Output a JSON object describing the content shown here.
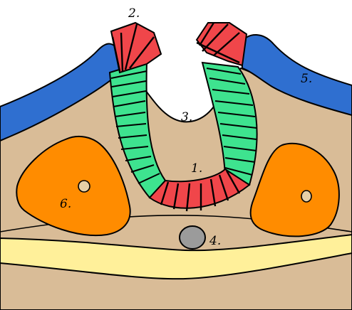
{
  "labels": {
    "l1": "1.",
    "l2": "2.",
    "l3": "3.",
    "l4": "4.",
    "l5": "5.",
    "l6": "6."
  },
  "colors": {
    "background": "#ffffff",
    "tissue": "#d9bc97",
    "blue_layer": "#2f6fd0",
    "red_segments": "#f0464a",
    "green_segments": "#3ee38f",
    "orange_masses": "#ff8c00",
    "yellow_band": "#fff09a",
    "grey_circle": "#9b9b9b",
    "small_dot": "#e6cfa6",
    "outline": "#000000"
  }
}
